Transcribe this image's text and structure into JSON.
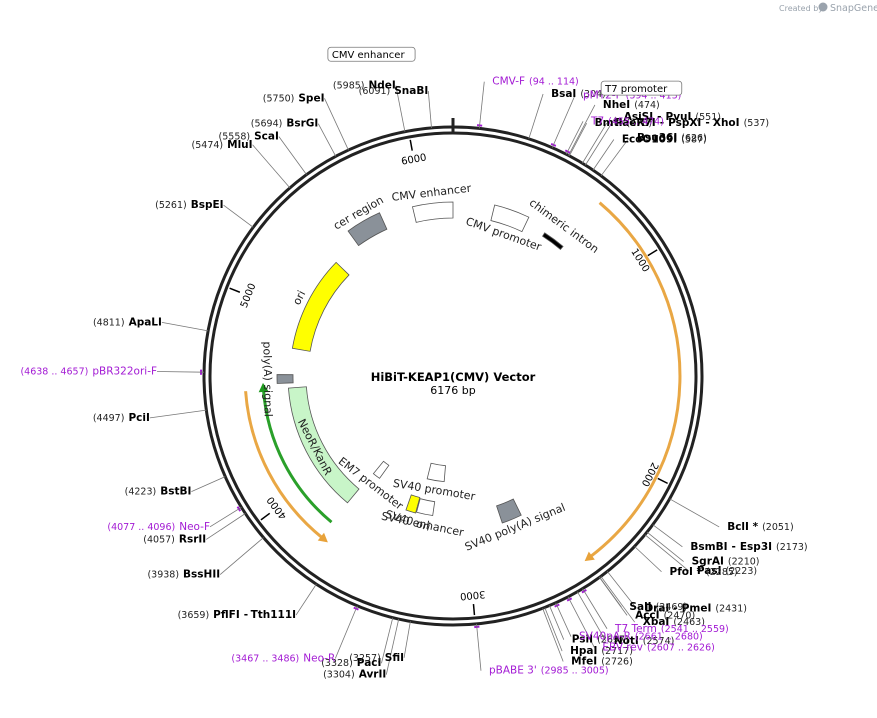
{
  "credit": {
    "prefix": "Created by",
    "brand": "SnapGene"
  },
  "plasmid": {
    "name": "HiBiT-KEAP1(CMV) Vector",
    "length_label": "6176 bp",
    "length": 6176
  },
  "ticks": [
    {
      "pos": 1000,
      "label": "1000"
    },
    {
      "pos": 2000,
      "label": "2000"
    },
    {
      "pos": 3000,
      "label": "3000"
    },
    {
      "pos": 4000,
      "label": "4000"
    },
    {
      "pos": 5000,
      "label": "5000"
    },
    {
      "pos": 6000,
      "label": "6000"
    }
  ],
  "features": [
    {
      "name": "CMV promoter",
      "label": "CMV promoter",
      "type": "promoter",
      "start": 235,
      "end": 438,
      "color": "#ffffff",
      "stroke": "#555555"
    },
    {
      "name": "chimeric intron",
      "label": "chimeric intron",
      "type": "intron",
      "start": 560,
      "end": 692,
      "color": "#000000"
    },
    {
      "name": "KEAP1",
      "label": "",
      "type": "cds",
      "start": 720,
      "end": 2440,
      "color": "#e8a23a"
    },
    {
      "name": "SV40 poly(A) signal",
      "label": "SV40 poly(A) signal",
      "type": "polyA",
      "start": 2640,
      "end": 2770,
      "color": "#8a9199"
    },
    {
      "name": "SV40 ori",
      "label": "SV40 ori",
      "type": "rep_origin",
      "start": 3350,
      "end": 3420,
      "color": "#ffff00"
    },
    {
      "name": "SV40 enhancer",
      "label": "SV40 enhancer",
      "type": "enhancer",
      "start": 3230,
      "end": 3345,
      "color": "#ffffff"
    },
    {
      "name": "SV40 promoter",
      "label": "SV40 promoter",
      "type": "promoter",
      "start": 3170,
      "end": 3330,
      "color": "#ffffff",
      "stroke": "#555555"
    },
    {
      "name": "EM7 promoter",
      "label": "EM7 promoter",
      "type": "promoter",
      "start": 3700,
      "end": 3760,
      "color": "#ffffff",
      "stroke": "#555555"
    },
    {
      "name": "NeoR/KanR",
      "label": "NeoR/KanR",
      "type": "cds",
      "start": 3770,
      "end": 4560,
      "color": "#c8f5c8"
    },
    {
      "name": "poly(A) signal",
      "label": "poly(A) signal",
      "type": "polyA",
      "start": 4590,
      "end": 4640,
      "color": "#8a9199"
    },
    {
      "name": "ori",
      "label": "ori",
      "type": "rep_origin",
      "start": 4800,
      "end": 5390,
      "color": "#ffff00"
    },
    {
      "name": "cer region",
      "label": "cer region",
      "type": "misc",
      "start": 5560,
      "end": 5760,
      "color": "#8a9199"
    },
    {
      "name": "CMV enhancer",
      "label": "CMV enhancer",
      "type": "enhancer",
      "start": 5945,
      "end": 6176,
      "color": "#ffffff"
    }
  ],
  "outer_arcs": [
    {
      "start": 690,
      "end": 2450,
      "color": "#e8a23a",
      "direction": "cw"
    },
    {
      "start": 3755,
      "end": 4560,
      "color": "#e8a23a",
      "direction": "ccw"
    },
    {
      "start": 3770,
      "end": 4560,
      "color": "#1f9b1f",
      "direction": "cw"
    }
  ],
  "sites": [
    {
      "name": "SnaBI",
      "pos_label": "(6091)",
      "pos": 6091
    },
    {
      "name": "NdeI",
      "pos_label": "(5985)",
      "pos": 5985
    },
    {
      "name": "SpeI",
      "pos_label": "(5750)",
      "pos": 5750
    },
    {
      "name": "BsrGI",
      "pos_label": "(5694)",
      "pos": 5694
    },
    {
      "name": "ScaI",
      "pos_label": "(5558)",
      "pos": 5558
    },
    {
      "name": "MluI",
      "pos_label": "(5474)",
      "pos": 5474
    },
    {
      "name": "BspEI",
      "pos_label": "(5261)",
      "pos": 5261
    },
    {
      "name": "ApaLI",
      "pos_label": "(4811)",
      "pos": 4811
    },
    {
      "name": "PciI",
      "pos_label": "(4497)",
      "pos": 4497
    },
    {
      "name": "BstBI",
      "pos_label": "(4223)",
      "pos": 4223
    },
    {
      "name": "RsrII",
      "pos_label": "(4057)",
      "pos": 4057
    },
    {
      "name": "BssHII",
      "pos_label": "(3938)",
      "pos": 3938
    },
    {
      "name": "PflFI",
      "name2": "Tth111I",
      "pos_label": "(3659)",
      "pos": 3659
    },
    {
      "name": "PacI",
      "pos_label": "(3328)",
      "pos": 3328
    },
    {
      "name": "AvrII",
      "pos_label": "(3304)",
      "pos": 3304
    },
    {
      "name": "SfiI",
      "pos_label": "(3257)",
      "pos": 3257
    },
    {
      "name": "BsaI",
      "pos_label": "(304)",
      "pos": 304
    },
    {
      "name": "NheI",
      "pos_label": "(474)",
      "pos": 474
    },
    {
      "name": "BmtI",
      "pos_label": "(478)",
      "pos": 478
    },
    {
      "name": "PaeR7I",
      "name2": "PspXI",
      "name3": "XhoI",
      "pos_label": "(537)",
      "pos": 537
    },
    {
      "name": "AsiSI",
      "name2": "PvuI",
      "pos_label": "(551)",
      "pos": 551
    },
    {
      "name": "EcoO109I",
      "pos_label": "(587)",
      "pos": 587
    },
    {
      "name": "Bsu36I",
      "pos_label": "(626)",
      "pos": 626
    },
    {
      "name": "BclI *",
      "pos_label": "(2051)",
      "pos": 2051
    },
    {
      "name": "BsmBI",
      "name2": "Esp3I",
      "pos_label": "(2173)",
      "pos": 2173
    },
    {
      "name": "SgrAI",
      "pos_label": "(2210)",
      "pos": 2210
    },
    {
      "name": "PasI",
      "pos_label": "(2223)",
      "pos": 2223
    },
    {
      "name": "PfoI *",
      "pos_label": "(2285)",
      "pos": 2285
    },
    {
      "name": "DraI",
      "name2": "PmeI",
      "pos_label": "(2431)",
      "pos": 2431
    },
    {
      "name": "XbaI",
      "pos_label": "(2463)",
      "pos": 2463
    },
    {
      "name": "SalI",
      "pos_label": "(2469)",
      "pos": 2469
    },
    {
      "name": "AccI",
      "pos_label": "(2470)",
      "pos": 2470
    },
    {
      "name": "NotI",
      "pos_label": "(2574)",
      "pos": 2574
    },
    {
      "name": "PsiI",
      "pos_label": "(2697)",
      "pos": 2697
    },
    {
      "name": "HpaI",
      "pos_label": "(2717)",
      "pos": 2717
    },
    {
      "name": "MfeI",
      "pos_label": "(2726)",
      "pos": 2726
    }
  ],
  "primers": [
    {
      "name": "CMV-F",
      "pos_label": "(94 .. 114)",
      "pos": 104
    },
    {
      "name": "pMT2-F",
      "pos_label": "(394 .. 413)",
      "pos": 403
    },
    {
      "name": "T7",
      "pos_label": "(455 .. 474)",
      "pos": 464
    },
    {
      "name": "T7 Term",
      "pos_label": "(2541 .. 2559)",
      "pos": 2550
    },
    {
      "name": "EBV-rev",
      "pos_label": "(2607 .. 2626)",
      "pos": 2616
    },
    {
      "name": "SV40pA-R",
      "pos_label": "(2661 .. 2680)",
      "pos": 2670
    },
    {
      "name": "pBABE 3'",
      "pos_label": "(2985 .. 3005)",
      "pos": 2995
    },
    {
      "name": "Neo-R",
      "pos_label": "(3467 .. 3486)",
      "pos": 3476
    },
    {
      "name": "Neo-F",
      "pos_label": "(4077 .. 4096)",
      "pos": 4086
    },
    {
      "name": "pBR322ori-F",
      "pos_label": "(4638 .. 4657)",
      "pos": 4647
    }
  ],
  "boxed_labels": [
    {
      "text": "CMV enhancer",
      "pos": 6060
    },
    {
      "text": "T7 promoter",
      "pos": 470
    }
  ]
}
